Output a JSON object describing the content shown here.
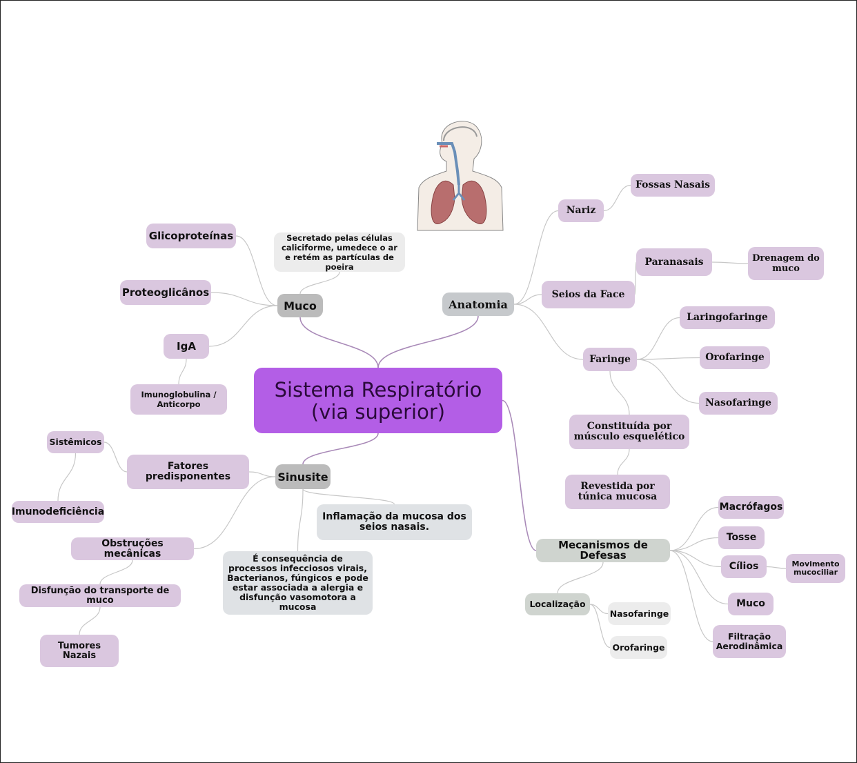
{
  "title": "Sistema Respiratório (via superior)",
  "branches": {
    "muco": {
      "label": "Muco",
      "note": "Secretado pelas células caliciforme, umedece o ar e retém as partículas de poeira",
      "items": [
        "Glicoproteínas",
        "Proteoglicânos",
        "IgA"
      ],
      "iga_note": "Imunoglobulina / Anticorpo"
    },
    "anatomia": {
      "label": "Anatomia",
      "nariz": "Nariz",
      "fossas_nasais": "Fossas Nasais",
      "seios_da_face": "Seios da Face",
      "paranasais": "Paranasais",
      "drenagem": "Drenagem do muco",
      "faringe": "Faringe",
      "faringe_parts": [
        "Laringofaringe",
        "Orofaringe",
        "Nasofaringe"
      ],
      "constituida": "Constituída por músculo esquelético",
      "revestida": "Revestida por túnica mucosa"
    },
    "sinusite": {
      "label": "Sinusite",
      "fatores": "Fatores predisponentes",
      "sistemicos": "Sistêmicos",
      "imunodeficiencia": "Imunodeficiência",
      "obstrucoes": "Obstruções mecânicas",
      "disfuncao": "Disfunção do transporte de muco",
      "tumores": "Tumores Nazais",
      "inflamacao": "Inflamação da mucosa dos seios nasais.",
      "consequencia": "É consequência de processos infecciosos virais, Bacterianos, fúngicos e pode estar associada a alergia e disfunção vasomotora a mucosa"
    },
    "defesas": {
      "label": "Mecanismos de Defesas",
      "items": [
        "Macrófagos",
        "Tosse",
        "Cílios",
        "Muco",
        "Filtração Aerodinâmica"
      ],
      "cilios_note": "Movimento mucociliar",
      "localizacao": "Localização",
      "locais": [
        "Nasofaringe",
        "Orofaringe"
      ]
    }
  },
  "colors": {
    "central": "#b35ee6",
    "leaf": "#dac7df",
    "link": "#c7c7c7",
    "link_main": "#a98ab8"
  }
}
